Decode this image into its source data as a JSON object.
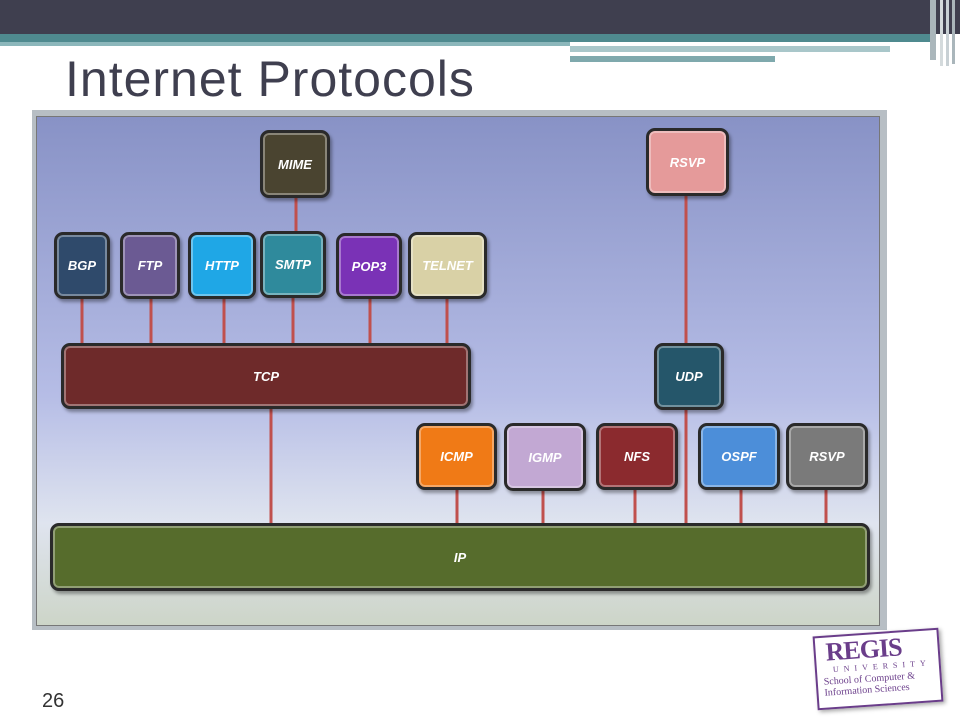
{
  "slide": {
    "title": "Internet Protocols",
    "number": "26"
  },
  "diagram": {
    "nodes": {
      "mime": "MIME",
      "rsvp_top": "RSVP",
      "bgp": "BGP",
      "ftp": "FTP",
      "http": "HTTP",
      "smtp": "SMTP",
      "pop3": "POP3",
      "telnet": "TELNET",
      "tcp": "TCP",
      "udp": "UDP",
      "icmp": "ICMP",
      "igmp": "IGMP",
      "nfs": "NFS",
      "ospf": "OSPF",
      "rsvp_bottom": "RSVP",
      "ip": "IP"
    },
    "colors": {
      "mime": "#4a4430",
      "rsvp_top": "#e59a9a",
      "bgp": "#2f4a6b",
      "ftp": "#6b5a93",
      "http": "#1fa7e6",
      "smtp": "#2f8a9c",
      "pop3": "#7a32b6",
      "telnet": "#d9d1a6",
      "tcp": "#6e2a2a",
      "udp": "#25566a",
      "icmp": "#f07a16",
      "igmp": "#c2a8d3",
      "nfs": "#8b2a2e",
      "ospf": "#4c8ed9",
      "rsvp_bottom": "#7a7a7a",
      "ip": "#566c2c",
      "link": "#c0504d"
    }
  },
  "logo": {
    "name": "REGIS",
    "subtitle": "UNIVERSITY",
    "school": "School of Computer & Information Sciences"
  }
}
